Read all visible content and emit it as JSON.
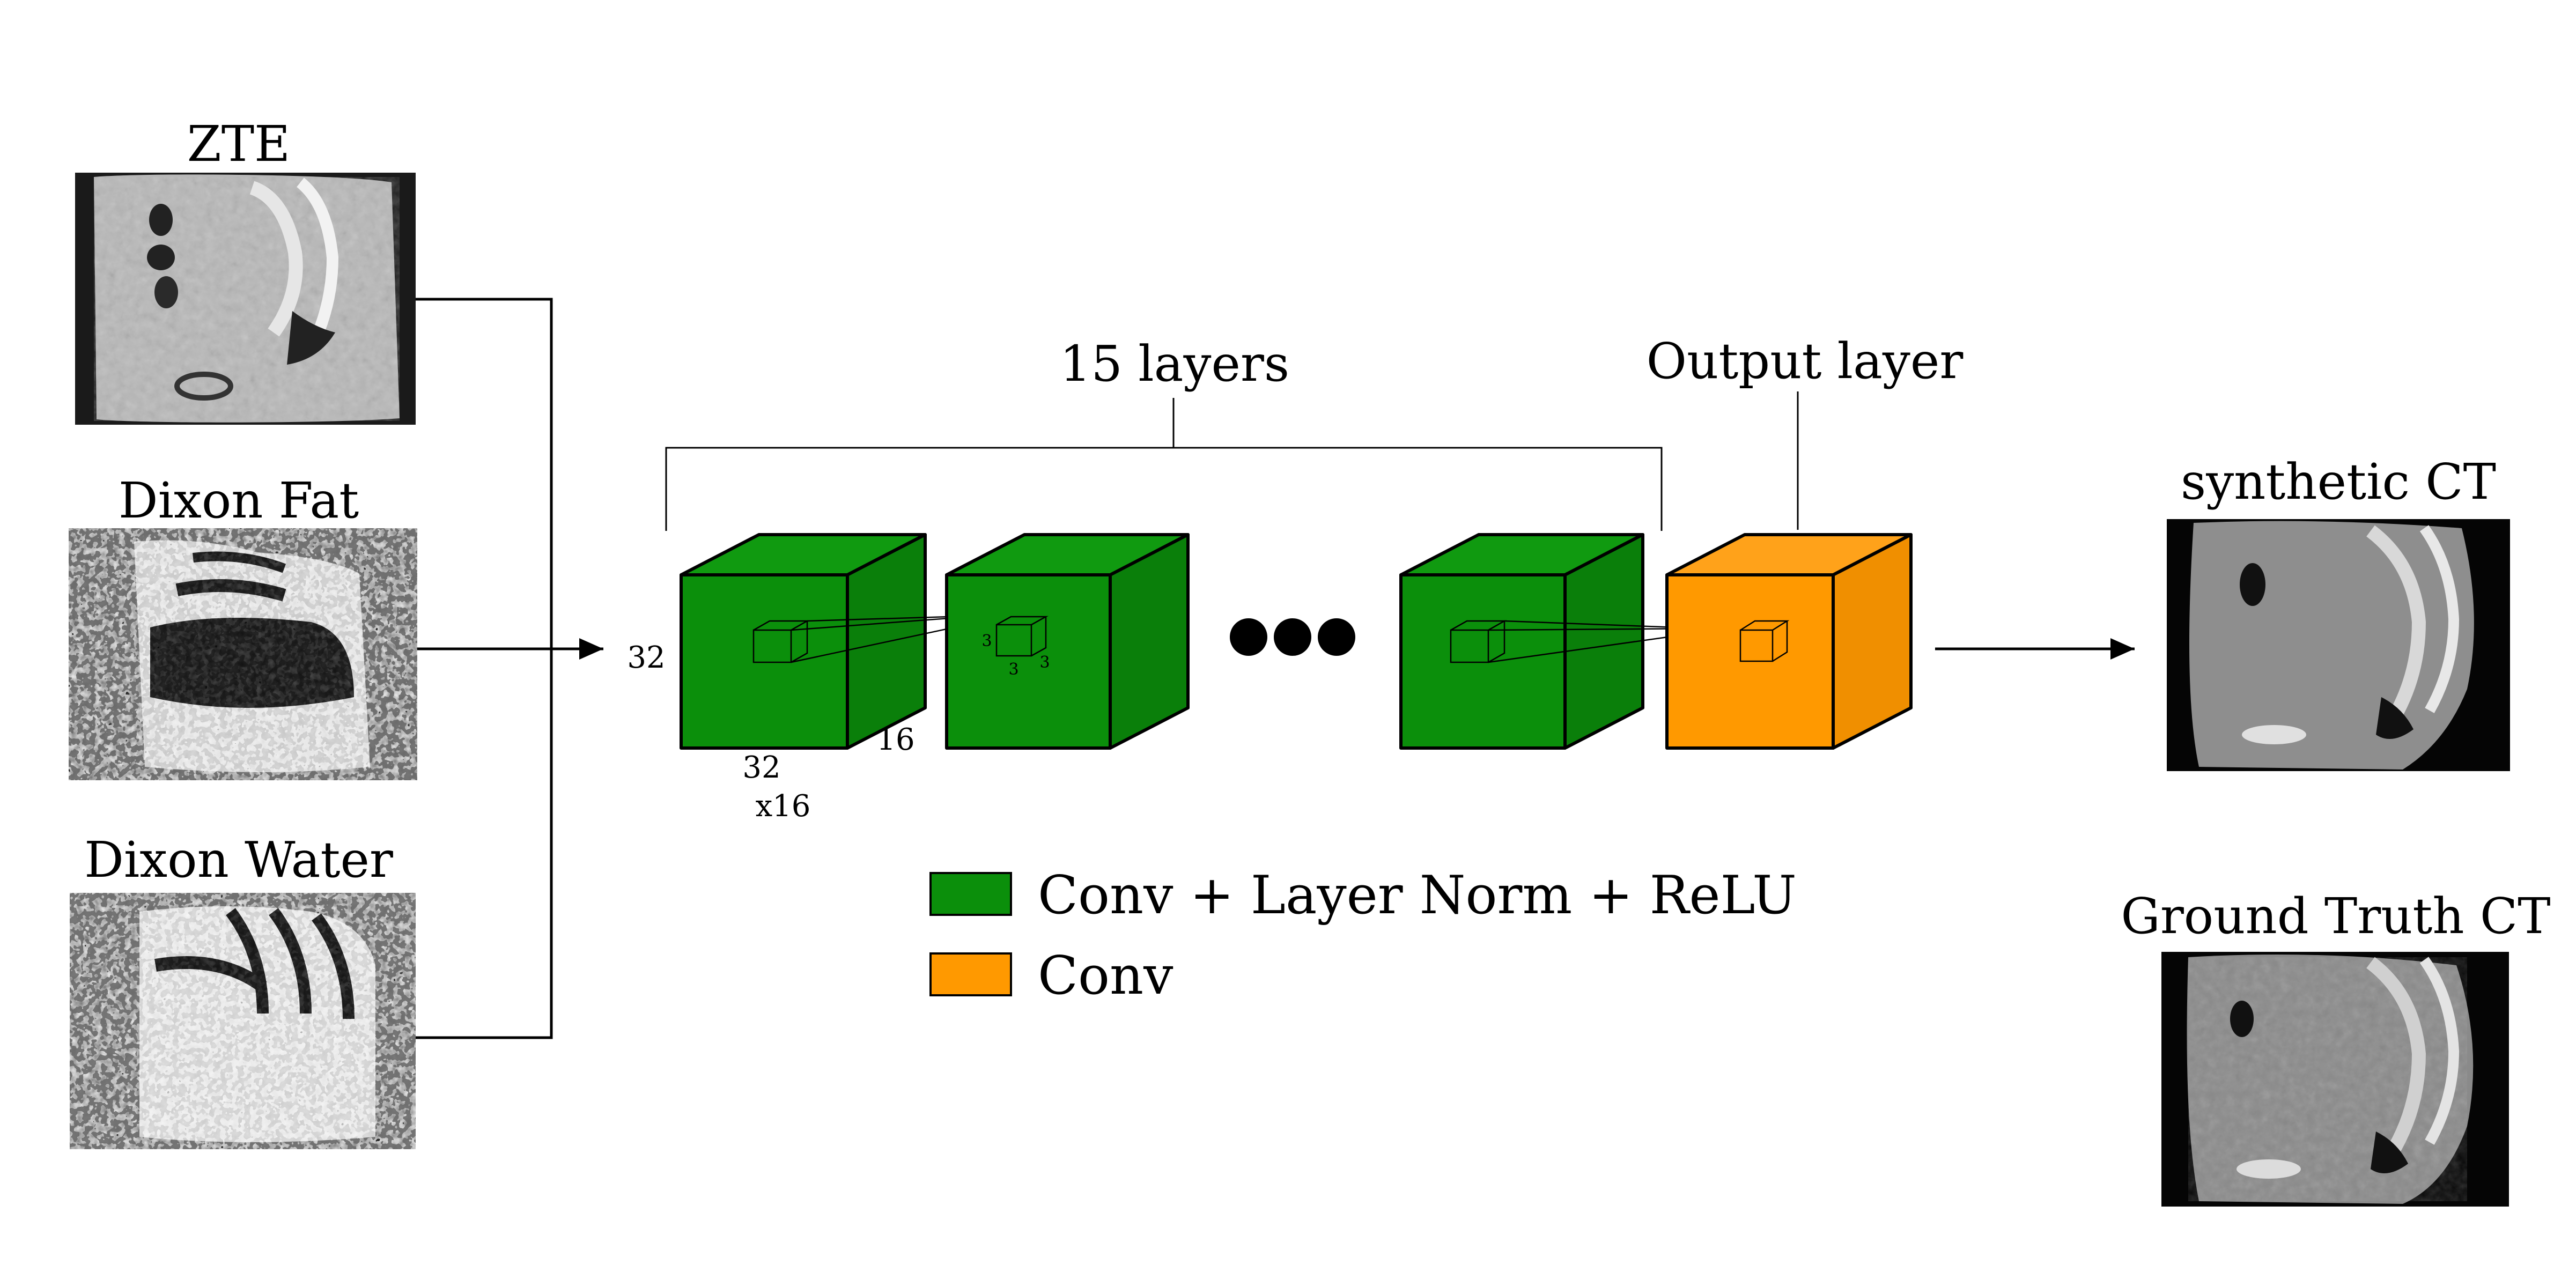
{
  "inputs": {
    "zte": "ZTE",
    "dixon_fat": "Dixon Fat",
    "dixon_water": "Dixon Water"
  },
  "network": {
    "hidden_layers_label": "15 layers",
    "output_layer_label": "Output layer",
    "input_depth": "32",
    "input_size": "32",
    "input_size_2": "x16",
    "input_channels": "16",
    "kernel_a": "3",
    "kernel_b": "3",
    "kernel_c": "3"
  },
  "outputs": {
    "synthetic": "synthetic CT",
    "ground_truth": "Ground Truth CT"
  },
  "legend": {
    "conv_norm_relu": "Conv + Layer Norm + ReLU",
    "conv": "Conv"
  },
  "colors": {
    "hidden_block": "#0b8f0b",
    "hidden_block_side": "#0a7f0a",
    "hidden_block_top": "#109a10",
    "output_block": "#ff9900",
    "output_block_side": "#f08f00",
    "output_block_top": "#ffa21a"
  }
}
